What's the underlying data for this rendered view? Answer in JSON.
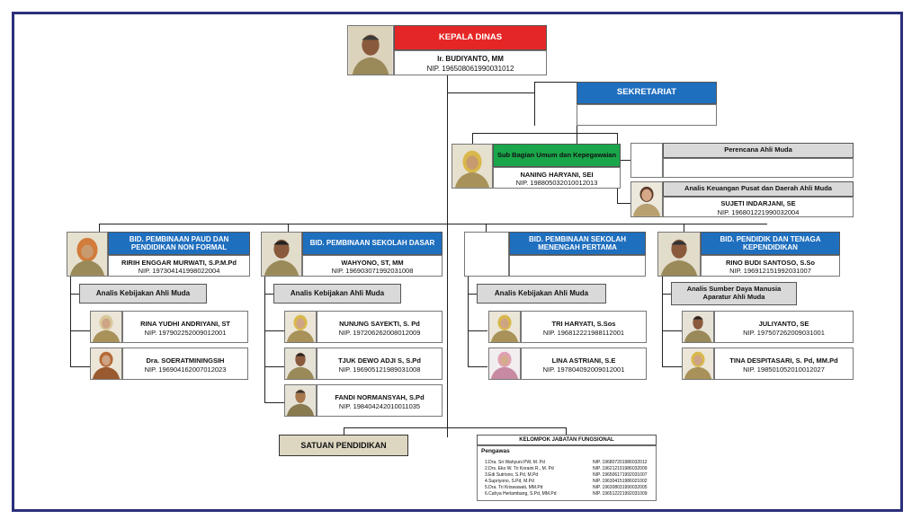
{
  "kepala": {
    "title": "KEPALA DINAS",
    "name": "Ir. BUDIYANTO, MM",
    "nip": "NIP. 196508061990031012"
  },
  "sekretariat": {
    "title": "SEKRETARIAT"
  },
  "subbag": {
    "title": "Sub Bagian Umum dan Kepegawaian",
    "name": "NANING HARYANI, SEI",
    "nip": "NIP. 198805032010012013"
  },
  "perencana": {
    "title": "Perencana Ahli Muda"
  },
  "analis_keu": {
    "title": "Analis Keuangan Pusat dan Daerah Ahli Muda",
    "name": "SUJETI INDARJANI, SE",
    "nip": "NIP. 196801221990032004"
  },
  "bid_paud": {
    "title": "BID. PEMBINAAN PAUD DAN PENDIDIKAN NON FORMAL",
    "name": "RIRIH ENGGAR MURWATI, S.P.M.Pd",
    "nip": "NIP. 197304141998022004",
    "analis": "Analis Kebijakan Ahli Muda",
    "staff": [
      {
        "name": "RINA YUDHI ANDRIYANI, ST",
        "nip": "NIP. 197902252009012001"
      },
      {
        "name": "Dra. SOERATMININGSIH",
        "nip": "NIP. 196904162007012023"
      }
    ]
  },
  "bid_sd": {
    "title": "BID. PEMBINAAN SEKOLAH DASAR",
    "name": "WAHYONO, ST, MM",
    "nip": "NIP. 196903071992031008",
    "analis": "Analis Kebijakan Ahli Muda",
    "staff": [
      {
        "name": "NUNUNG SAYEKTI, S. Pd",
        "nip": "NIP. 197206262008012009"
      },
      {
        "name": "TJUK DEWO ADJI S, S.Pd",
        "nip": "NIP. 196905121989031008"
      },
      {
        "name": "FANDI NORMANSYAH, S.Pd",
        "nip": "NIP. 198404242010011035"
      }
    ]
  },
  "bid_smp": {
    "title": "BID. PEMBINAAN SEKOLAH MENENGAH PERTAMA",
    "analis": "Analis Kebijakan Ahli Muda",
    "staff": [
      {
        "name": "TRI HARYATI, S.Sos",
        "nip": "NIP. 196812221988112001"
      },
      {
        "name": "LINA ASTRIANI, S.E",
        "nip": "NIP. 197804092009012001"
      }
    ]
  },
  "bid_tendik": {
    "title": "BID. PENDIDIK DAN TENAGA KEPENDIDIKAN",
    "name": "RINO BUDI SANTOSO, S.So",
    "nip": "NIP. 196912151992031007",
    "analis": "Analis Sumber Daya Manusia Aparatur Ahli Muda",
    "staff": [
      {
        "name": "JULIYANTO, SE",
        "nip": "NIP. 197507262009031001"
      },
      {
        "name": "TINA DESPITASARI, S. Pd, MM.Pd",
        "nip": "NIP. 198501052010012027"
      }
    ]
  },
  "satuan": {
    "title": "SATUAN PENDIDIKAN"
  },
  "fungsional": {
    "title": "KELOMPOK JABATAN FUNGSIONAL",
    "subtitle": "Pengawas",
    "rows": [
      {
        "name": "1.Dra. Sri Wahyuni PW, M. Pd",
        "nip": "NIP. 196807201986032012"
      },
      {
        "name": "2.Drs. Eko W. Tri Koraini R., M. Pd",
        "nip": "NIP. 196212191986032009"
      },
      {
        "name": "3.Edi Sutrisno, S.Pd, M.Pd",
        "nip": "NIP. 196506171992031007"
      },
      {
        "name": "4.Supriyono, S.Pd, M.Pd",
        "nip": "NIP. 196304151986021002"
      },
      {
        "name": "5.Dra. Tri Kriswawati, MM.Pd",
        "nip": "NIP. 196308031990032005"
      },
      {
        "name": "6.Cahya Herlambang, S.Pd, MM.Pd",
        "nip": "NIP. 196512221992031009"
      }
    ]
  }
}
